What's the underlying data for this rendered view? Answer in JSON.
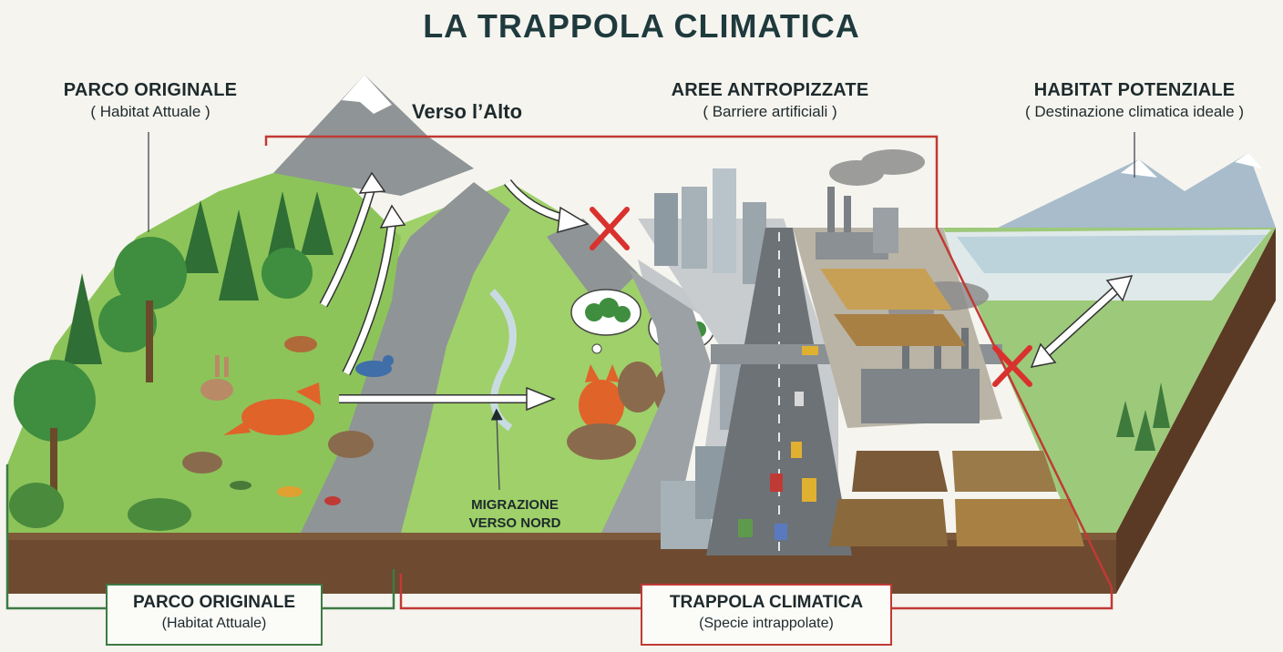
{
  "title": "LA TRAPPOLA CLIMATICA",
  "labels": {
    "parco_title": "PARCO ORIGINALE",
    "parco_sub": "( Habitat Attuale )",
    "verso_alto": "Verso l’Alto",
    "aree_title": "AREE ANTROPIZZATE",
    "aree_sub": "( Barriere artificiali )",
    "habitat_title": "HABITAT POTENZIALE",
    "habitat_sub": "( Destinazione climatica ideale )",
    "migrazione": "MIGRAZIONE VERSO NORD"
  },
  "boxes": {
    "left_title": "PARCO ORIGINALE",
    "left_sub": "(Habitat Attuale)",
    "right_title": "TRAPPOLA CLIMATICA",
    "right_sub": "(Specie intrappolate)"
  },
  "colors": {
    "trap_red": "#c03a35",
    "park_green": "#3d7a44",
    "grass": "#8cc45a",
    "soil": "#6e4a30",
    "rock": "#8f9496"
  },
  "icons": [
    "mountain-icon",
    "tree-icon",
    "fox-icon",
    "rabbit-icon",
    "bird-icon",
    "mouse-icon",
    "insect-icon",
    "cross-mark-icon",
    "factory-icon",
    "skyscraper-icon",
    "highway-icon",
    "field-icon",
    "thought-bubble-icon",
    "arrow-icon"
  ]
}
